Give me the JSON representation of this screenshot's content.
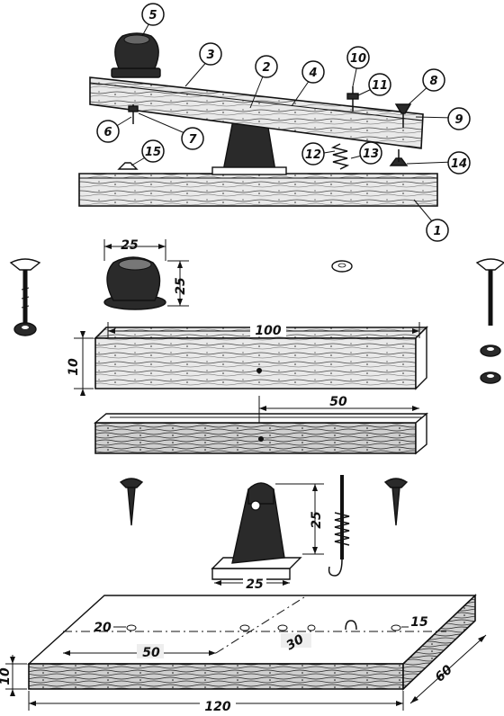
{
  "callouts": [
    {
      "n": "1"
    },
    {
      "n": "2"
    },
    {
      "n": "3"
    },
    {
      "n": "4"
    },
    {
      "n": "5"
    },
    {
      "n": "6"
    },
    {
      "n": "7"
    },
    {
      "n": "8"
    },
    {
      "n": "9"
    },
    {
      "n": "10"
    },
    {
      "n": "11"
    },
    {
      "n": "12"
    },
    {
      "n": "13"
    },
    {
      "n": "14"
    },
    {
      "n": "15"
    }
  ],
  "dimensions": {
    "knob_width": "25",
    "knob_height": "25",
    "lever_length": "100",
    "lever_thickness": "10",
    "lever_half": "50",
    "bracket_height": "25",
    "bracket_width": "25",
    "base_hole_left": "20",
    "base_hole_right": "15",
    "base_mid": "50",
    "base_offset": "30",
    "base_thickness": "10",
    "base_length": "120",
    "base_width": "60"
  }
}
